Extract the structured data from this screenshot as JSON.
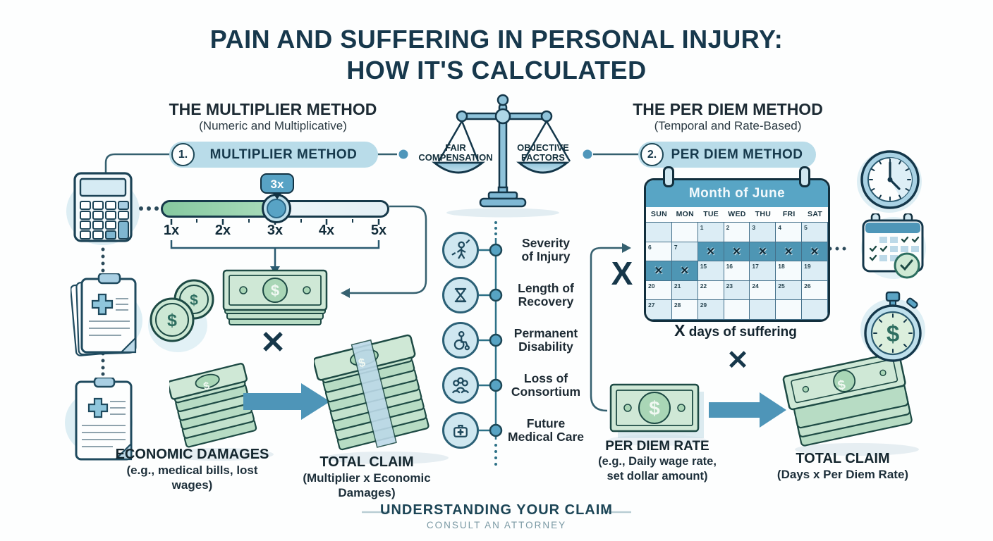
{
  "title": {
    "line1": "PAIN AND SUFFERING IN PERSONAL INJURY:",
    "line2": "HOW IT'S CALCULATED"
  },
  "symbols": {
    "dollar": "$",
    "multiply": "✕"
  },
  "scale": {
    "left_label_line1": "FAIR",
    "left_label_line2": "COMPENSATION",
    "right_label_line1": "OBJECTIVE",
    "right_label_line2": "FACTORS"
  },
  "multiplier_method": {
    "heading": "THE MULTIPLIER METHOD",
    "subheading": "(Numeric and Multiplicative)",
    "step_number": "1.",
    "pill_label": "MULTIPLIER METHOD",
    "slider": {
      "tooltip": "3x",
      "selected_value": "3x",
      "tick_labels": [
        "1x",
        "2x",
        "3x",
        "4x",
        "5x"
      ]
    },
    "economic_damages_label": "ECONOMIC DAMAGES",
    "economic_damages_sublabel": "(e.g., medical bills, lost wages)",
    "total_claim_label": "TOTAL CLAIM",
    "total_claim_sublabel": "(Multiplier x Economic Damages)"
  },
  "factors": [
    {
      "icon": "injured-person-icon",
      "line1": "Severity",
      "line2": "of Injury"
    },
    {
      "icon": "hourglass-icon",
      "line1": "Length of",
      "line2": "Recovery"
    },
    {
      "icon": "wheelchair-icon",
      "line1": "Permanent",
      "line2": "Disability"
    },
    {
      "icon": "people-group-icon",
      "line1": "Loss of",
      "line2": "Consortium"
    },
    {
      "icon": "medical-kit-icon",
      "line1": "Future",
      "line2": "Medical Care"
    }
  ],
  "per_diem_method": {
    "heading": "THE PER DIEM METHOD",
    "subheading": "(Temporal and Rate-Based)",
    "step_number": "2.",
    "pill_label": "PER DIEM METHOD",
    "big_x": "X",
    "calendar": {
      "title": "Month of June",
      "day_headers": [
        "SUN",
        "MON",
        "TUE",
        "WED",
        "THU",
        "FRI",
        "SAT"
      ],
      "weeks": [
        [
          "",
          "",
          "1",
          "2",
          "3",
          "4",
          "5"
        ],
        [
          "6",
          "7",
          "X",
          "X",
          "X",
          "X",
          "X"
        ],
        [
          "X",
          "X",
          "15",
          "16",
          "17",
          "18",
          "19"
        ],
        [
          "20",
          "21",
          "22",
          "23",
          "24",
          "25",
          "26"
        ],
        [
          "27",
          "28",
          "29",
          "",
          "",
          "",
          ""
        ]
      ],
      "marked_symbol": "✕"
    },
    "days_of_suffering_prefix": "X",
    "days_of_suffering_label": " days of suffering",
    "per_diem_rate_label": "PER DIEM RATE",
    "per_diem_rate_sublabel_line1": "(e.g., Daily wage rate,",
    "per_diem_rate_sublabel_line2": "set dollar amount)",
    "total_claim_label": "TOTAL CLAIM",
    "total_claim_sublabel": "(Days x Per Diem Rate)"
  },
  "footer": {
    "title": "UNDERSTANDING YOUR CLAIM",
    "subtitle": "CONSULT AN ATTORNEY"
  }
}
